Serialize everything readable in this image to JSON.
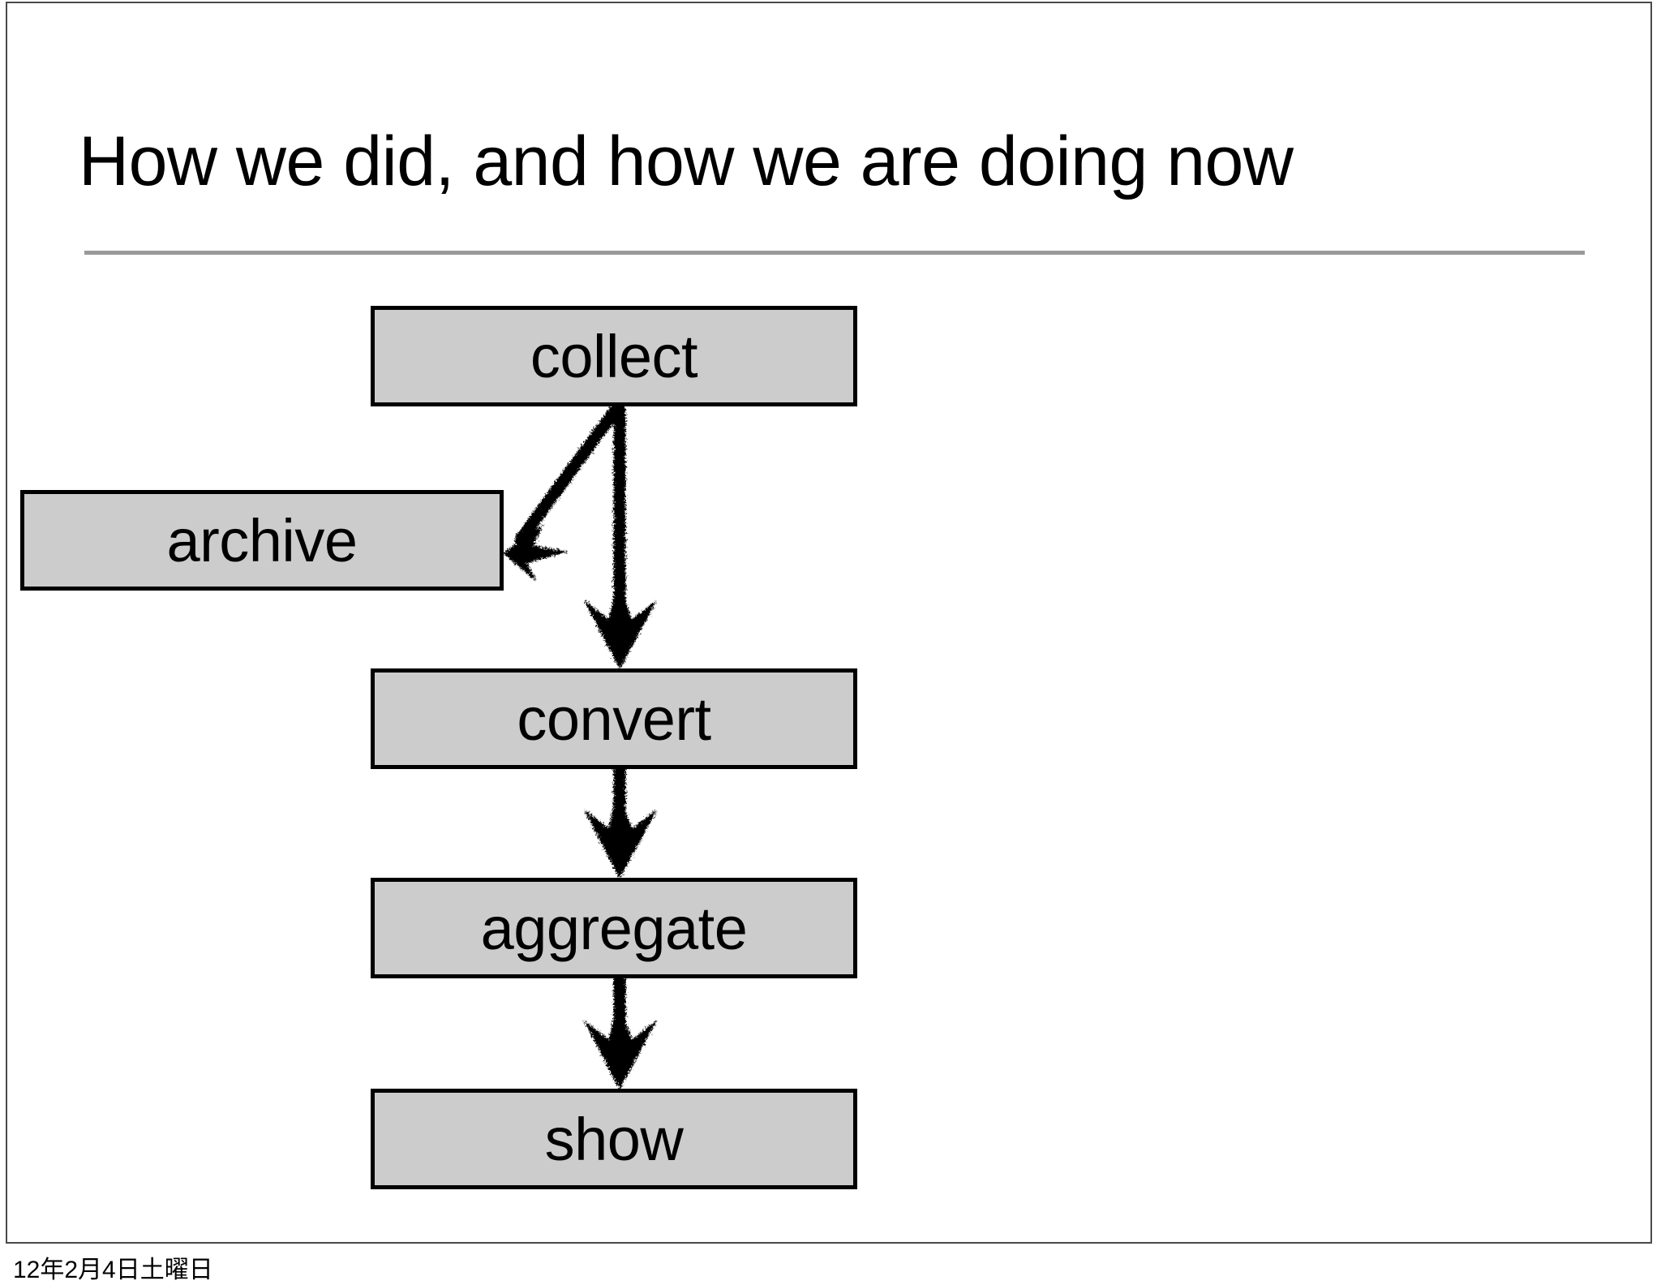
{
  "slide": {
    "title": "How we did, and how we are doing now",
    "footer_date": "12年2月4日土曜日",
    "colors": {
      "node_fill": "#cccccc",
      "node_border": "#000000",
      "rule": "#9a9a9a",
      "slide_border": "#4a4a4a",
      "background": "#ffffff",
      "arrow": "#000000",
      "text": "#000000"
    }
  },
  "diagram": {
    "type": "flowchart",
    "nodes": [
      {
        "id": "collect",
        "label": "collect"
      },
      {
        "id": "archive",
        "label": "archive"
      },
      {
        "id": "convert",
        "label": "convert"
      },
      {
        "id": "aggregate",
        "label": "aggregate"
      },
      {
        "id": "show",
        "label": "show"
      }
    ],
    "edges": [
      {
        "from": "collect",
        "to": "archive",
        "style": "sketchy-arrow",
        "direction": "down-left"
      },
      {
        "from": "collect",
        "to": "convert",
        "style": "sketchy-arrow",
        "direction": "down"
      },
      {
        "from": "convert",
        "to": "aggregate",
        "style": "sketchy-arrow",
        "direction": "down"
      },
      {
        "from": "aggregate",
        "to": "show",
        "style": "sketchy-arrow",
        "direction": "down"
      }
    ]
  }
}
